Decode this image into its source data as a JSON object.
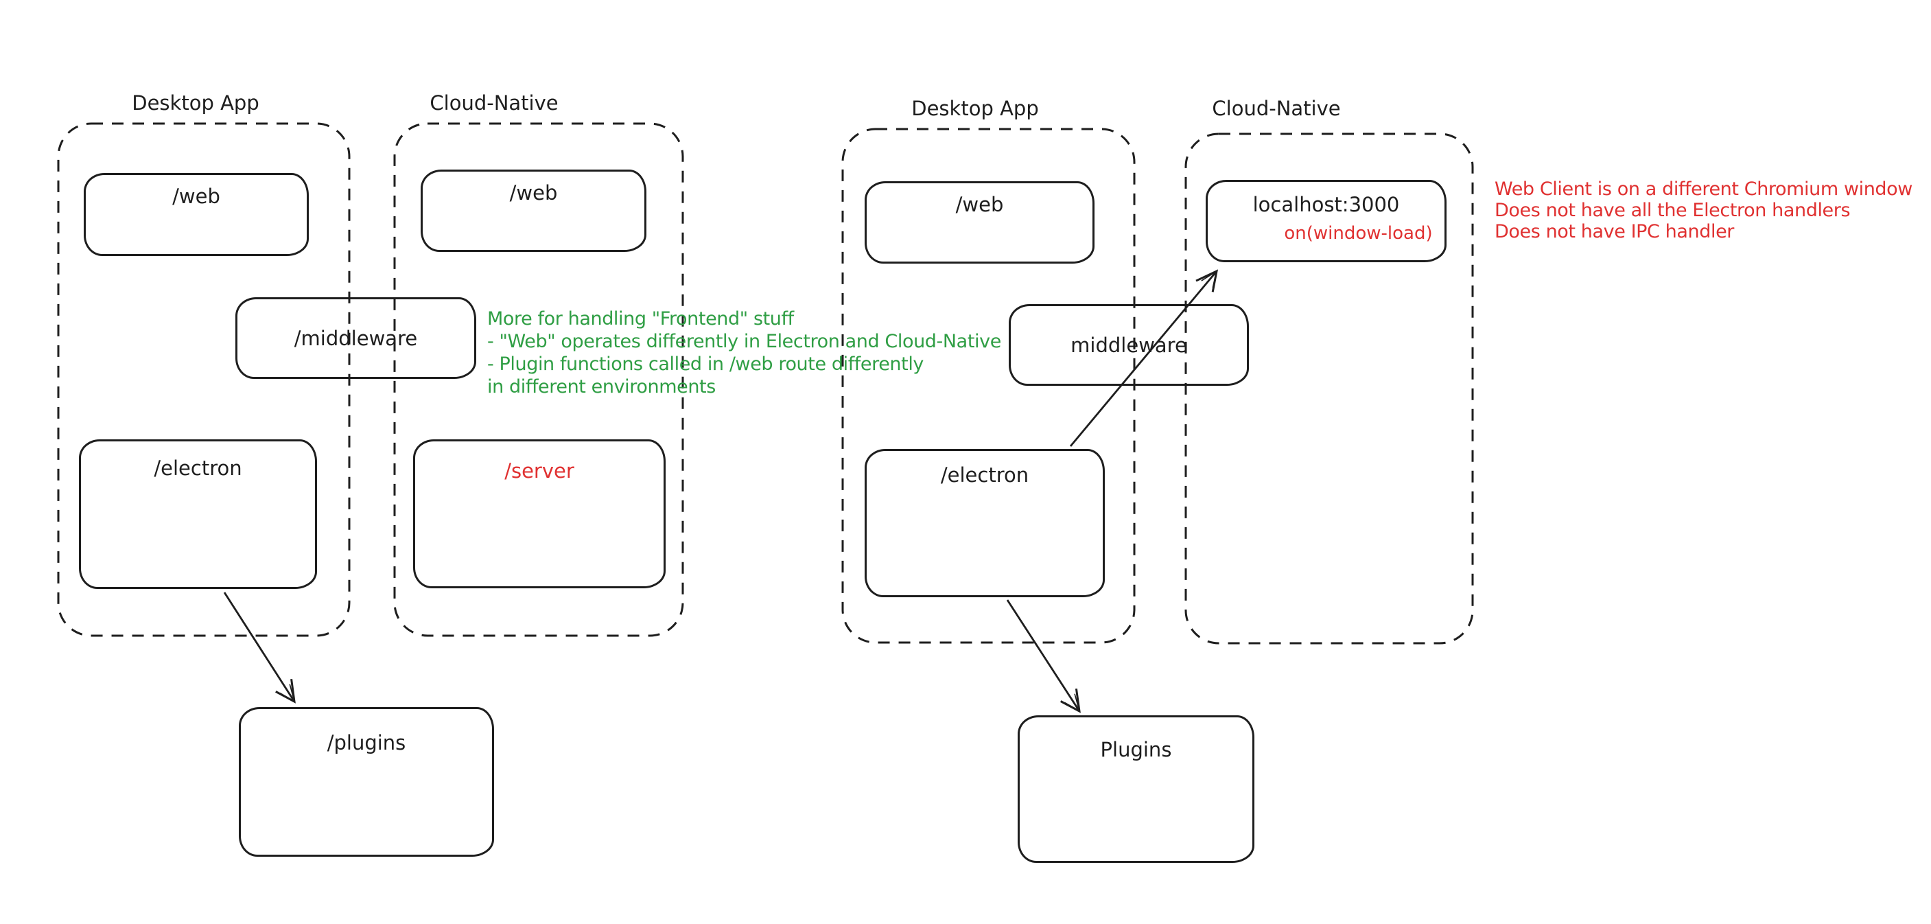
{
  "canvas": {
    "background": "#ffffff",
    "stroke_color": "#1e1e1e",
    "red_accent": "#e03131",
    "green_accent": "#2f9e44"
  },
  "left_diagram": {
    "desktop_group_label": "Desktop App",
    "cloud_group_label": "Cloud-Native",
    "nodes": {
      "web_desktop": "/web",
      "web_cloud": "/web",
      "middleware": "/middleware",
      "electron": "/electron",
      "server": "/server",
      "plugins": "/plugins"
    },
    "green_note": {
      "color": "#2f9e44",
      "lines": [
        "More for handling \"Frontend\" stuff",
        "- \"Web\" operates differently in Electron and Cloud-Native",
        "- Plugin functions called in /web route differently",
        "in different environments"
      ]
    }
  },
  "right_diagram": {
    "desktop_group_label": "Desktop App",
    "cloud_group_label": "Cloud-Native",
    "nodes": {
      "web": "/web",
      "middleware": "middleware",
      "electron": "/electron",
      "localhost_title": "localhost:3000",
      "localhost_event": "on(window-load)",
      "plugins": "Plugins"
    },
    "red_note": {
      "color": "#e03131",
      "lines": [
        "Web Client is on a different Chromium window",
        "Does not have all the Electron handlers",
        "Does not have IPC handler"
      ]
    }
  }
}
